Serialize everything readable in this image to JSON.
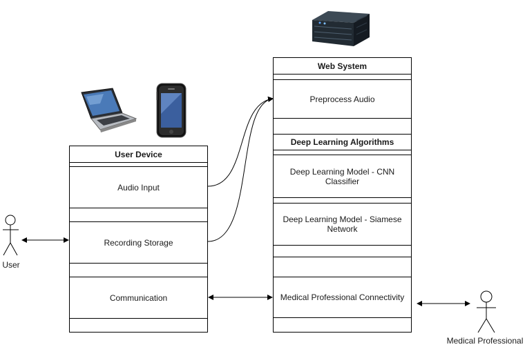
{
  "user_device": {
    "title": "User Device",
    "rows": [
      "Audio Input",
      "Recording Storage",
      "Communication"
    ]
  },
  "web_system": {
    "title": "Web System",
    "preprocess": "Preprocess Audio",
    "dl_title": "Deep Learning Algorithms",
    "model_cnn": "Deep Learning Model - CNN Classifier",
    "model_siamese": "Deep Learning Model - Siamese Network",
    "connectivity": "Medical Professional Connectivity"
  },
  "actors": {
    "user": "User",
    "medical_professional": "Medical Professional"
  },
  "icons": [
    "laptop-icon",
    "smartphone-icon",
    "server-icon",
    "stick-figure-icon"
  ]
}
